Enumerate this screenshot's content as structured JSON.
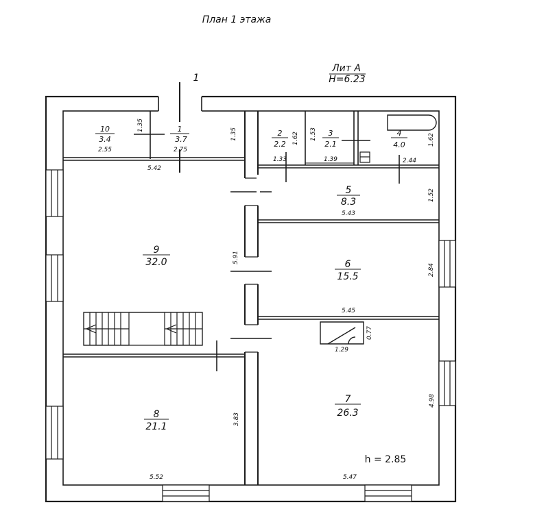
{
  "title": "План 1 этажа",
  "building": {
    "lit": "Лит А",
    "height": "H=6.23"
  },
  "section_mark": "1",
  "floor_height": "h = 2.85",
  "rooms": [
    {
      "num": "1",
      "area": "3.7"
    },
    {
      "num": "2",
      "area": "2.2"
    },
    {
      "num": "3",
      "area": "2.1"
    },
    {
      "num": "4",
      "area": "4.0"
    },
    {
      "num": "5",
      "area": "8.3"
    },
    {
      "num": "6",
      "area": "15.5"
    },
    {
      "num": "7",
      "area": "26.3"
    },
    {
      "num": "8",
      "area": "21.1"
    },
    {
      "num": "9",
      "area": "32.0"
    },
    {
      "num": "10",
      "area": "3.4"
    }
  ],
  "dimensions": {
    "d135a": "1.35",
    "d255": "2.55",
    "d275": "2.75",
    "d135b": "1.35",
    "d162a": "1.62",
    "d153": "1.53",
    "d162b": "1.62",
    "d133": "1.33",
    "d139": "1.39",
    "d244": "2.44",
    "d542": "5.42",
    "d152": "1.52",
    "d543": "5.43",
    "d591": "5.91",
    "d284": "2.84",
    "d545": "5.45",
    "d077": "0.77",
    "d129": "1.29",
    "d383": "3.83",
    "d498": "4.98",
    "d552": "5.52",
    "d547": "5.47"
  },
  "colors": {
    "line": "#1c1c1c",
    "background": "#ffffff"
  }
}
